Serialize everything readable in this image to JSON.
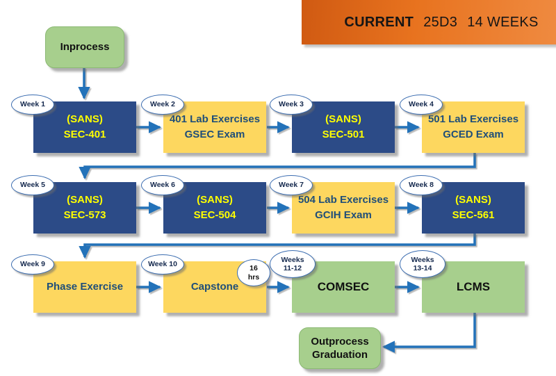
{
  "banner": {
    "program_label": "CURRENT",
    "cycle": "25D3",
    "duration": "14 WEEKS"
  },
  "start_node": {
    "label": "Inprocess"
  },
  "end_node": {
    "line1": "Outprocess",
    "line2": "Graduation"
  },
  "capstone_hours": {
    "line1": "16",
    "line2": "hrs"
  },
  "nodes": [
    {
      "id": "sec-401",
      "badge1": "Week 1",
      "line1": "(SANS)",
      "line2": "SEC-401",
      "style": "blue"
    },
    {
      "id": "gsec",
      "badge1": "Week 2",
      "line1": "401 Lab Exercises",
      "line2": "GSEC Exam",
      "style": "yellow"
    },
    {
      "id": "sec-501",
      "badge1": "Week 3",
      "line1": "(SANS)",
      "line2": "SEC-501",
      "style": "blue"
    },
    {
      "id": "gced",
      "badge1": "Week 4",
      "line1": "501 Lab Exercises",
      "line2": "GCED Exam",
      "style": "yellow"
    },
    {
      "id": "sec-573",
      "badge1": "Week 5",
      "line1": "(SANS)",
      "line2": "SEC-573",
      "style": "blue"
    },
    {
      "id": "sec-504",
      "badge1": "Week 6",
      "line1": "(SANS)",
      "line2": "SEC-504",
      "style": "blue"
    },
    {
      "id": "gcih",
      "badge1": "Week 7",
      "line1": "504 Lab Exercises",
      "line2": "GCIH Exam",
      "style": "yellow"
    },
    {
      "id": "sec-561",
      "badge1": "Week 8",
      "line1": "(SANS)",
      "line2": "SEC-561",
      "style": "blue"
    },
    {
      "id": "phase",
      "badge1": "Week 9",
      "line1": "Phase Exercise",
      "style": "yellow"
    },
    {
      "id": "capstone",
      "badge1": "Week 10",
      "line1": "Capstone",
      "style": "yellow"
    },
    {
      "id": "comsec",
      "badge1": "Weeks",
      "badge2": "11-12",
      "line1": "COMSEC",
      "style": "green"
    },
    {
      "id": "lcms",
      "badge1": "Weeks",
      "badge2": "13-14",
      "line1": "LCMS",
      "style": "green"
    }
  ],
  "colors": {
    "course_blue": "#2c4b87",
    "exam_yellow": "#fdd75f",
    "admin_green": "#a7cf8d",
    "arrow_blue": "#2372b9",
    "banner_orange_left": "#d05a12",
    "banner_orange_right": "#ef8a40",
    "course_text_yellow": "#ffff00",
    "exam_text_blue": "#1f4e79",
    "badge_border_blue": "#3a6cb0"
  }
}
